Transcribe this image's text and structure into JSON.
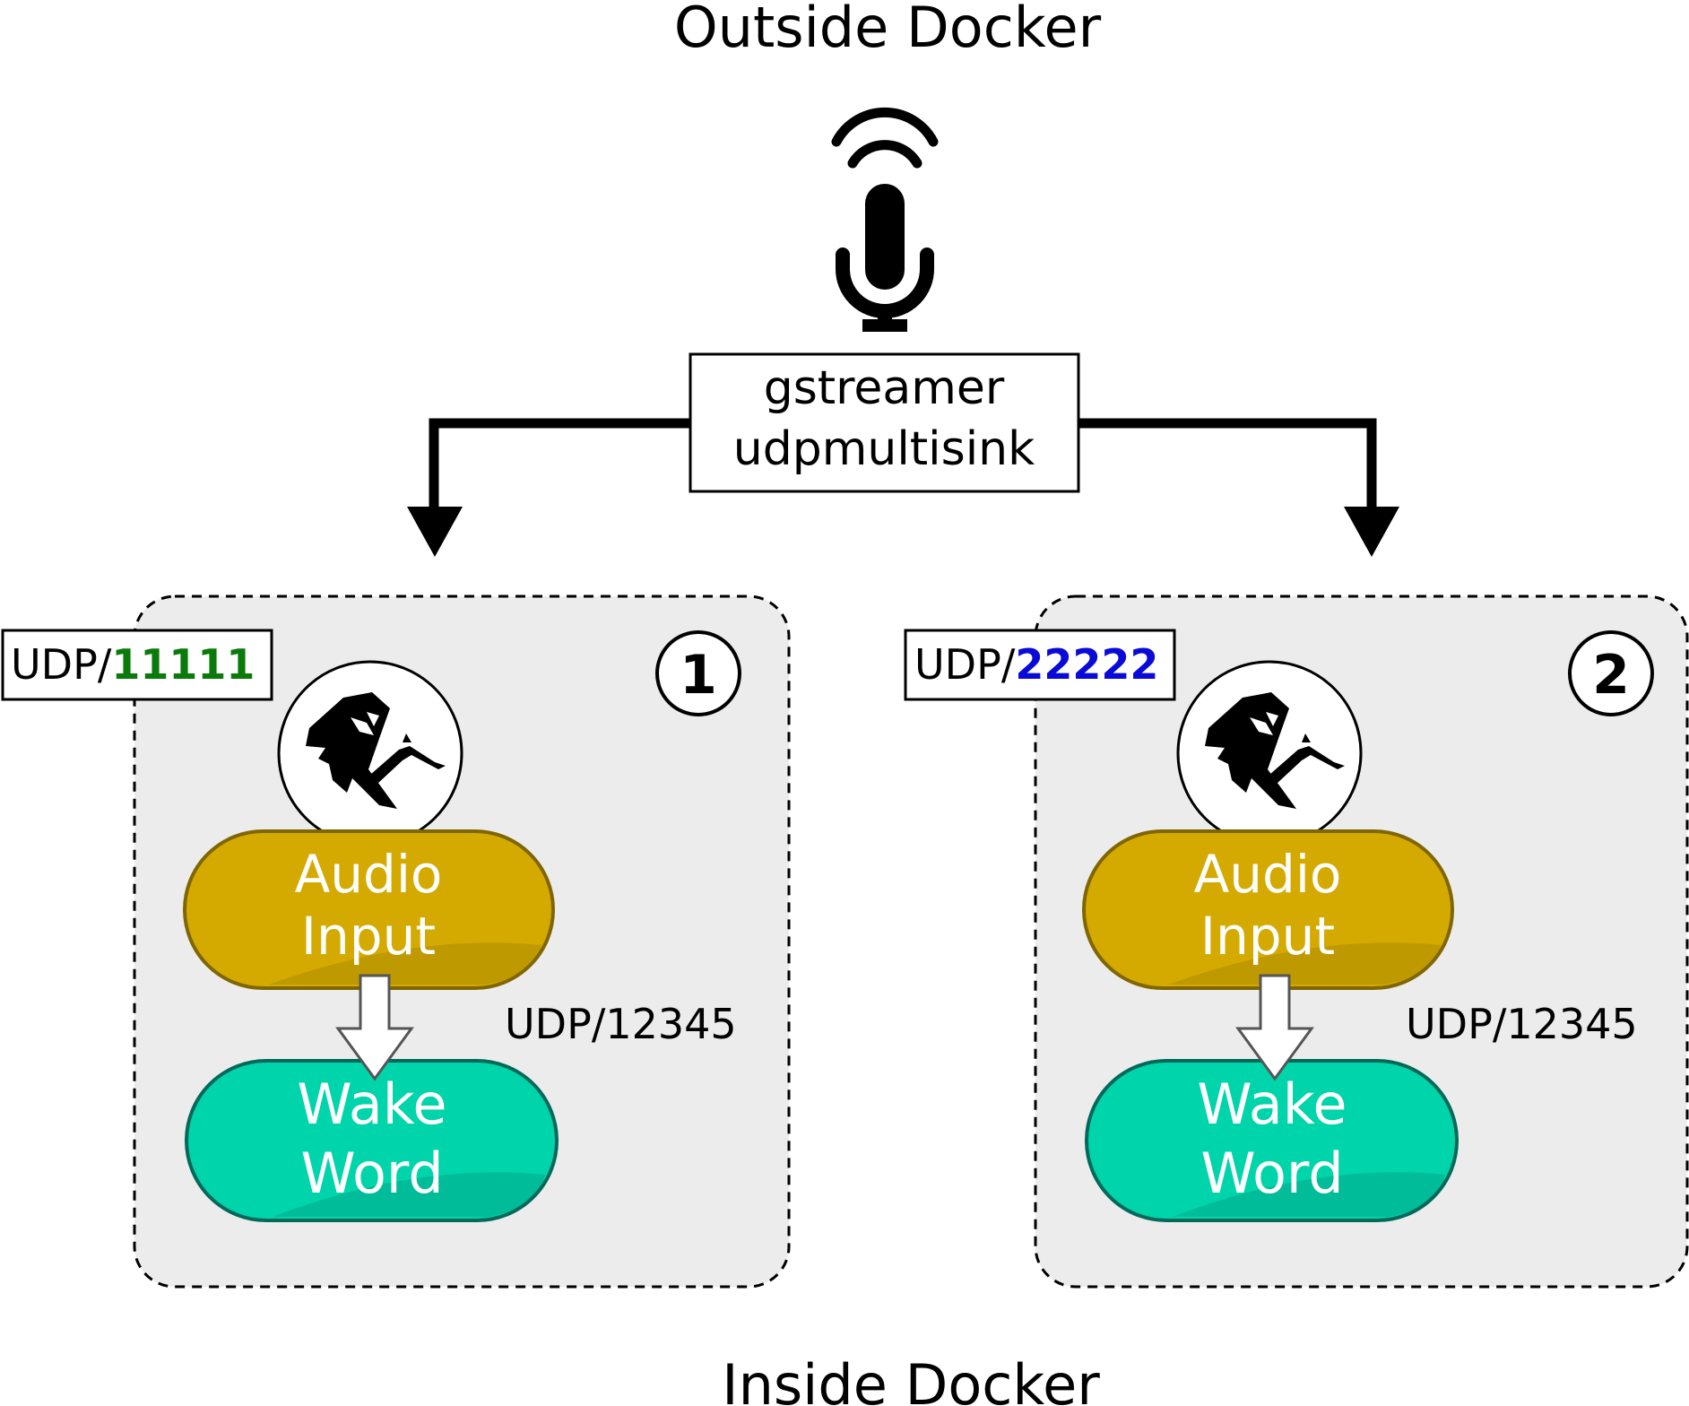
{
  "titles": {
    "top": "Outside Docker",
    "bottom": "Inside Docker"
  },
  "source": {
    "icon": "microphone-icon",
    "box_line1": "gstreamer",
    "box_line2": "udpmultisink"
  },
  "containers": [
    {
      "number": "1",
      "udp_prefix": "UDP/",
      "udp_port": "11111",
      "port_color": "#0a7a0a",
      "logo_icon": "hooded-figure-logo-icon",
      "audio_line1": "Audio",
      "audio_line2": "Input",
      "wake_line1": "Wake",
      "wake_line2": "Word",
      "internal_port": "UDP/12345"
    },
    {
      "number": "2",
      "udp_prefix": "UDP/",
      "udp_port": "22222",
      "port_color": "#0a0ad8",
      "logo_icon": "hooded-figure-logo-icon",
      "audio_line1": "Audio",
      "audio_line2": "Input",
      "wake_line1": "Wake",
      "wake_line2": "Word",
      "internal_port": "UDP/12345"
    }
  ],
  "colors": {
    "audio_fill": "#d4aa00",
    "audio_stroke": "#806600",
    "wake_fill": "#00d4aa",
    "wake_stroke": "#00695a",
    "container_fill": "#ececec"
  }
}
